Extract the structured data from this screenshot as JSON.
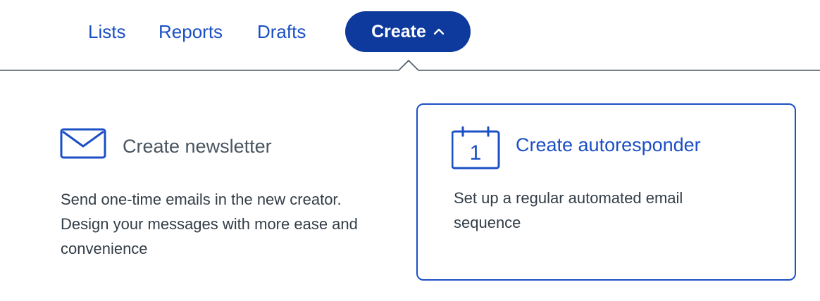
{
  "nav": {
    "links": [
      {
        "label": "Lists"
      },
      {
        "label": "Reports"
      },
      {
        "label": "Drafts"
      }
    ],
    "create_label": "Create"
  },
  "dropdown": {
    "options": [
      {
        "title": "Create newsletter",
        "description": "Send one-time emails in the new creator. Design your messages with more ease and convenience",
        "icon": "envelope-icon"
      },
      {
        "title": "Create autoresponder",
        "description": "Set up a regular automated email sequence",
        "icon": "calendar-icon",
        "calendar_day": "1"
      }
    ]
  },
  "colors": {
    "link": "#1b4fc4",
    "button_bg": "#0d3a9c",
    "divider": "#4a5560",
    "text_muted": "#4a5560",
    "text_body": "#333d47"
  }
}
